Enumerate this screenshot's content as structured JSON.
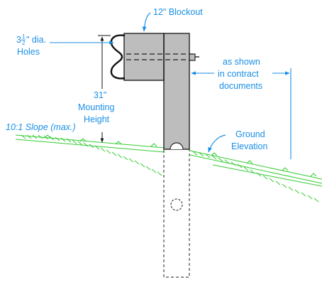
{
  "diagram": {
    "labels": {
      "blockout": "12\" Blockout",
      "holes_number": "3",
      "holes_frac_num": "1",
      "holes_frac_den": "2",
      "holes_rest": "\" dia.",
      "holes_line2": "Holes",
      "mount_line1": "31\"",
      "mount_line2": "Mounting",
      "mount_line3": "Height",
      "slope": "10:1 Slope (max.)",
      "ground_line1": "Ground",
      "ground_line2": "Elevation",
      "contract_line1": "as shown",
      "contract_line2": "in contract",
      "contract_line3": "documents"
    },
    "colors": {
      "annotation": "#1a8fe6",
      "ground": "#33cc33",
      "post_fill": "#bdbdbd",
      "outline": "#222222"
    }
  }
}
